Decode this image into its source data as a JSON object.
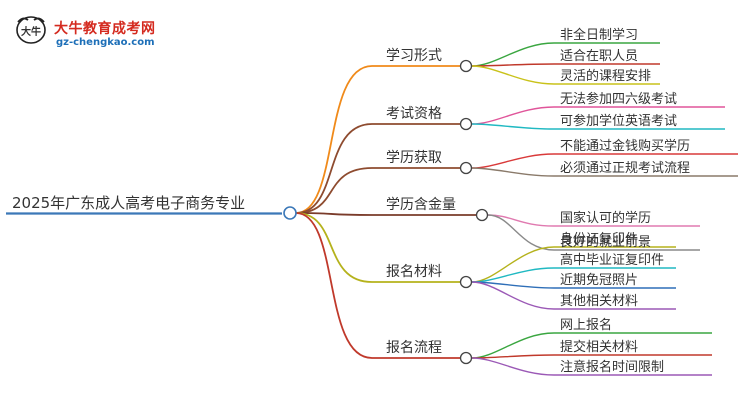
{
  "logo": {
    "name": "大牛教育成考网",
    "url": "gz-chengkao.com",
    "mark_text": "大牛"
  },
  "mindmap": {
    "root": "2025年广东成人高考电子商务专业",
    "root_color": "#3b78b8",
    "branches": [
      {
        "label": "学习形式",
        "color": "#f08a1a",
        "children": [
          {
            "text": "非全日制学习",
            "color": "#3aa640"
          },
          {
            "text": "适合在职人员",
            "color": "#c0392b"
          },
          {
            "text": "灵活的课程安排",
            "color": "#c9c21a"
          }
        ]
      },
      {
        "label": "考试资格",
        "color": "#8e4b2f",
        "children": [
          {
            "text": "无法参加四六级考试",
            "color": "#e0559a"
          },
          {
            "text": "可参加学位英语考试",
            "color": "#20b9c2"
          }
        ]
      },
      {
        "label": "学历获取",
        "color": "#8e4b2f",
        "children": [
          {
            "text": "不能通过金钱购买学历",
            "color": "#d93a3a"
          },
          {
            "text": "必须通过正规考试流程",
            "color": "#8a7a6a"
          }
        ]
      },
      {
        "label": "学历含金量",
        "color": "#7a3b2a",
        "children": [
          {
            "text": "国家认可的学历",
            "color": "#e07ab0"
          },
          {
            "text": "良好的就业前景",
            "color": "#8a8a8a"
          }
        ]
      },
      {
        "label": "报名材料",
        "color": "#b5b21c",
        "children": [
          {
            "text": "身份证复印件",
            "color": "#b5b21c"
          },
          {
            "text": "高中毕业证复印件",
            "color": "#20b9c2"
          },
          {
            "text": "近期免冠照片",
            "color": "#2f6fb8"
          },
          {
            "text": "其他相关材料",
            "color": "#9b59b6"
          }
        ]
      },
      {
        "label": "报名流程",
        "color": "#c0392b",
        "children": [
          {
            "text": "网上报名",
            "color": "#3aa640"
          },
          {
            "text": "提交相关材料",
            "color": "#c0392b"
          },
          {
            "text": "注意报名时间限制",
            "color": "#9b59b6"
          }
        ]
      }
    ]
  }
}
